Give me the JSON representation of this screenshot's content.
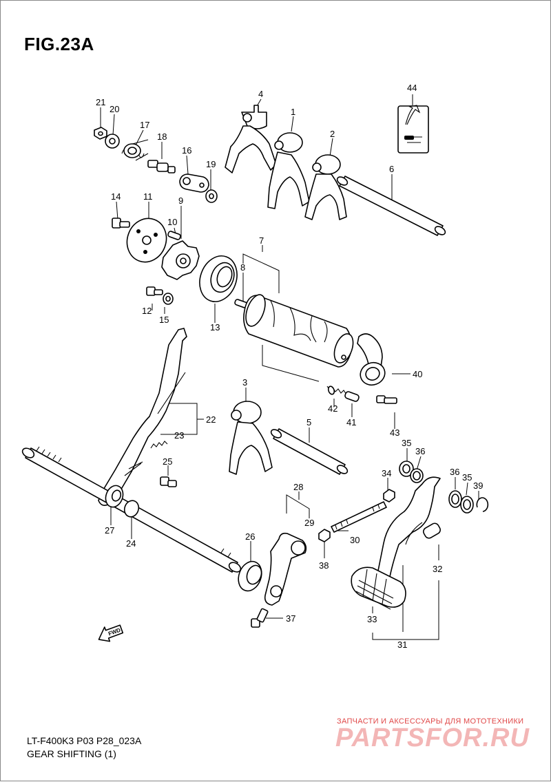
{
  "header": {
    "title": "FIG.23A"
  },
  "footer": {
    "code": "LT-F400K3 P03 P28_023A",
    "name": "GEAR SHIFTING (1)"
  },
  "watermark": {
    "small": "ЗАПЧАСТИ И АКСЕССУАРЫ ДЛЯ МОТОТЕХНИКИ",
    "logo": "PARTSFOR.RU",
    "color": "#e04848"
  },
  "direction_arrow": {
    "label": "FWD"
  },
  "labels": {
    "p1": "1",
    "p2": "2",
    "p3": "3",
    "p4": "4",
    "p5": "5",
    "p6": "6",
    "p7": "7",
    "p8": "8",
    "p9": "9",
    "p10": "10",
    "p11": "11",
    "p12": "12",
    "p13": "13",
    "p14": "14",
    "p15": "15",
    "p16": "16",
    "p17": "17",
    "p18": "18",
    "p19": "19",
    "p20": "20",
    "p21": "21",
    "p22": "22",
    "p23": "23",
    "p24": "24",
    "p25": "25",
    "p26": "26",
    "p27": "27",
    "p28": "28",
    "p29": "29",
    "p30": "30",
    "p31": "31",
    "p32": "32",
    "p33": "33",
    "p34": "34",
    "p35a": "35",
    "p35b": "35",
    "p36a": "36",
    "p36b": "36",
    "p37": "37",
    "p38": "38",
    "p39": "39",
    "p40": "40",
    "p41": "41",
    "p42": "42",
    "p43": "43",
    "p44": "44"
  }
}
